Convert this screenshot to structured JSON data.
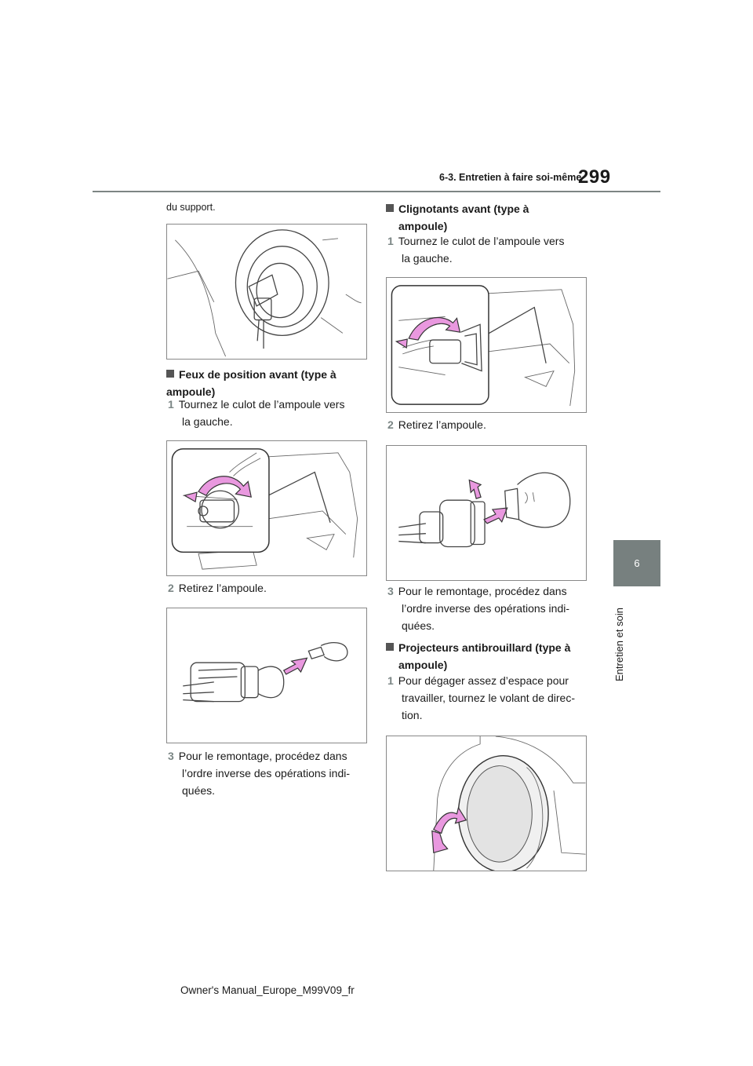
{
  "header": {
    "section": "6-3. Entretien à faire soi-même",
    "page_number": "299"
  },
  "chapter": {
    "number": "6",
    "title": "Entretien et soin"
  },
  "footer": {
    "text": "Owner's Manual_Europe_M99V09_fr"
  },
  "left_column": {
    "intro": "du support.",
    "section_title": "Feux de position avant (type à ampoule)",
    "steps": [
      {
        "num": "1",
        "text_l1": "Tournez le culot de l’ampoule vers",
        "text_l2": "la gauche."
      },
      {
        "num": "2",
        "text_l1": "Retirez l’ampoule."
      },
      {
        "num": "3",
        "text_l1": "Pour le remontage, procédez dans",
        "text_l2": "l’ordre inverse des opérations indi-",
        "text_l3": "quées."
      }
    ]
  },
  "right_column": {
    "section1_title_l1": "Clignotants avant (type à",
    "section1_title_l2": "ampoule)",
    "steps1": [
      {
        "num": "1",
        "text_l1": "Tournez le culot de l’ampoule vers",
        "text_l2": "la gauche."
      },
      {
        "num": "2",
        "text_l1": "Retirez l’ampoule."
      },
      {
        "num": "3",
        "text_l1": "Pour le remontage, procédez dans",
        "text_l2": "l’ordre inverse des opérations indi-",
        "text_l3": "quées."
      }
    ],
    "section2_title_l1": "Projecteurs antibrouillard (type à",
    "section2_title_l2": "ampoule)",
    "steps2": [
      {
        "num": "1",
        "text_l1": "Pour dégager assez d’espace pour",
        "text_l2": "travailler, tournez le volant de direc-",
        "text_l3": "tion."
      }
    ]
  },
  "colors": {
    "accent_pink": "#e998df",
    "chapter_tab": "#77807f",
    "step_number": "#7b8685"
  }
}
